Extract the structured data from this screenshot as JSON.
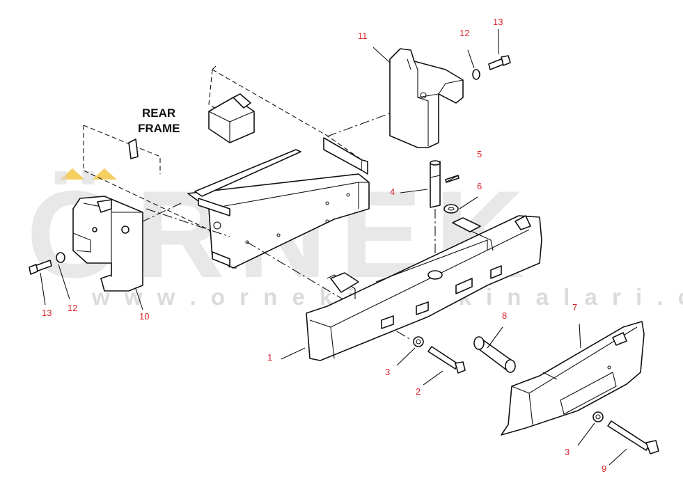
{
  "diagram": {
    "frame_label_line1": "REAR",
    "frame_label_line2": "FRAME",
    "callout_color": "#d8232a",
    "callouts": [
      {
        "id": "c1",
        "text": "1"
      },
      {
        "id": "c2",
        "text": "2"
      },
      {
        "id": "c3a",
        "text": "3"
      },
      {
        "id": "c3b",
        "text": "3"
      },
      {
        "id": "c4",
        "text": "4"
      },
      {
        "id": "c5",
        "text": "5"
      },
      {
        "id": "c6",
        "text": "6"
      },
      {
        "id": "c7",
        "text": "7"
      },
      {
        "id": "c8",
        "text": "8"
      },
      {
        "id": "c9",
        "text": "9"
      },
      {
        "id": "c10",
        "text": "10"
      },
      {
        "id": "c11",
        "text": "11"
      },
      {
        "id": "c12a",
        "text": "12"
      },
      {
        "id": "c12b",
        "text": "12"
      },
      {
        "id": "c13a",
        "text": "13"
      },
      {
        "id": "c13b",
        "text": "13"
      }
    ]
  },
  "watermark": {
    "logo_text": "ÖRNEK",
    "url_text": "w w w . o r n e k i s m a k i n a l a r i . c o m . t r",
    "color": "#d6d6d6",
    "accent_color": "#f3c23a"
  }
}
